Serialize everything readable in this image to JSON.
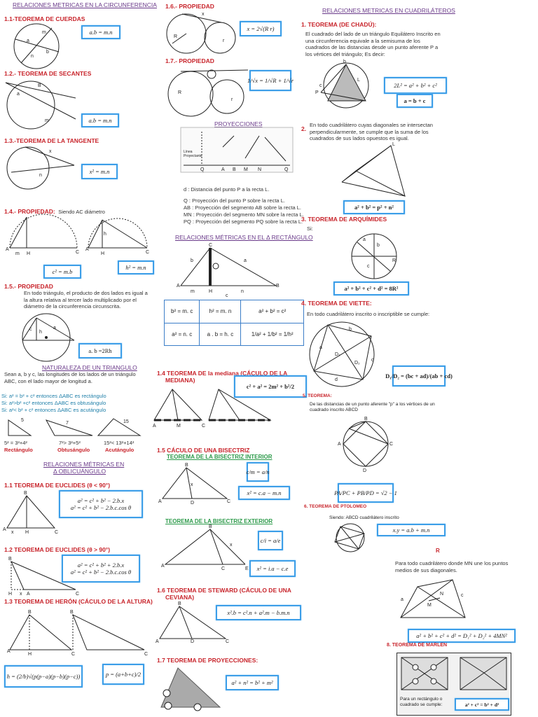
{
  "col1": {
    "title": "RELACIONES METRICAS EN LA CIRCUNFERENCIA",
    "s11": {
      "title": "1.1-TEOREMA DE CUERDAS",
      "formula": "a.b = m.n"
    },
    "s12": {
      "title": "1.2.- TEOREMA DE SECANTES",
      "formula": "a.b = m.n"
    },
    "s13": {
      "title": "1.3.-TEOREMA DE LA TANGENTE",
      "formula": "x² = m.n"
    },
    "s14": {
      "title": "1.4.- PROPIEDAD:",
      "subtitle": "Siendo AC diámetro",
      "f1": "c² = m.b",
      "f2": "h² = m.n"
    },
    "s15": {
      "title": "1.5.- PROPIEDAD",
      "text": "En todo triángulo, el producto de dos lados es igual a la altura relativa al tercer lado multiplicado por el diámetro de la circunferencia circunscrita.",
      "formula": "a.  b =2Rh"
    },
    "nat": {
      "title": "NATURALEZA DE UN TRIANGULO",
      "text": "Sean a, b y c, las longitudes de los lados de un triángulo ABC, con el lado mayor de longitud a.",
      "r1": "Si: a² = b² + c²  entonces ΔABC es rectángulo",
      "r2": "Si: a²>b² +c²  entonces ΔABC es obtusángulo",
      "r3": "Si: a²< b² + c²  entonces ΔABC es acutángulo",
      "ex1": "5² = 3²+4²",
      "ex2": "7²> 3²+5²",
      "ex3": "15²< 13²+14²",
      "lab1": "Rectángulo",
      "lab2": "Obtusángulo",
      "lab3": "Acutángulo"
    },
    "obl": {
      "title": "RELACIONES MÉTRICAS EN",
      "title2": "Δ OBLICUÁNGULO"
    },
    "e1": {
      "title": "1.1  TEOREMA DE EUCLIDES (θ < 90°)",
      "f1": "a² = c² + b² − 2.b.x",
      "f2": "a² = c² + b² − 2.b.c.cos θ"
    },
    "e2": {
      "title": "1.2  TEOREMA DE EUCLIDES (θ > 90°)",
      "f1": "a² = c² + b² + 2.b.x",
      "f2": "a² = c² + b² − 2.b.c.cos θ"
    },
    "h": {
      "title": "1.3  TEOREMA DE HERÓN (CÁCULO DE LA ALTURA)",
      "f1": "h = (2/b)√(p(p−a)(p−b)(p−c))",
      "f2": "p = (a+b+c)/2"
    }
  },
  "col2": {
    "p16": {
      "title": "1.6.- PROPIEDAD",
      "formula": "x = 2√(R r)"
    },
    "p17": {
      "title": "1.7.- PROPIEDAD",
      "formula": "1/√x = 1/√R + 1/√r"
    },
    "proj": {
      "title": "PROYECCIONES",
      "d": "d     : Distancia del punto P a la recta L.",
      "q": "Q    : Proyección del punto P sobre la recta L.",
      "ab": "AB : Proyección del segmento AB sobre la recta L.",
      "mn": "MN : Proyección del segmento MN sobre la recta L.",
      "pq": "PQ : Proyección del segmento PQ sobre la recta L."
    },
    "rect": {
      "title": "RELACIONES MÉTRICAS EN EL Δ RECTÁNGULO",
      "cells": [
        "b² = m. c",
        "h² = m. n",
        "a² + b² = c²",
        "a² = n. c",
        "a . b = h. c",
        "1/a² + 1/b² = 1/h²"
      ]
    },
    "med": {
      "title": "1.4  TEOREMA DE la mediana (CÁCULO DE LA",
      "title2": "MEDIANA)",
      "formula": "c² + a² = 2m² + b²/2"
    },
    "bis": {
      "title": "1.5  CÁCULO DE UNA BISECTRIZ",
      "sub": "TEOREMA DE LA BISECTRIZ INTERIOR",
      "f1": "c/m = a/n",
      "f2": "x² = c.a − m.n"
    },
    "bisx": {
      "sub": "TEOREMA DE LA BISECTRIZ EXTERIOR",
      "f1": "c/i = a/e",
      "f2": "x² = i.a − c.e"
    },
    "stw": {
      "title": "1.6  TEOREMA DE STEWARD (CÁCULO DE UNA",
      "title2": "CEVIANA)",
      "formula": "x².b = c².n + a².m − b.m.n"
    },
    "prj": {
      "title": "1.7  TEOREMA DE PROYECCIONES:",
      "formula": "a² + n² = b² + m²"
    }
  },
  "col3": {
    "title": "RELACIONES METRICAS EN CUADRILÁTEROS",
    "t1": {
      "title": "1.  TEOREMA (DE CHADÚ):",
      "text": "El cuadrado del lado de un triángulo Equilátero Inscrito en una circunferencia equivale a la semisuma de los cuadrados de las distancias desde un punto aferente P a los vértices del triángulo; Es decir:",
      "f1": "2L² = a² + b² + c²",
      "f2": "a = b + c"
    },
    "t2": {
      "title": "2.",
      "text": "En todo cuadrilátero cuyas diagonales se intersectan perpendicularmente, se cumple que la suma de los cuadrados de sus lados opuestos es igual.",
      "formula": "a² + b² = p² + n²"
    },
    "t3": {
      "title": "3.  TEOREMA DE ARQUÍMIDES",
      "text": "Si:",
      "formula": "a² + b² + c² + d² = 8R²"
    },
    "t4": {
      "title": "4.  TEOREMA DE VIETTE:",
      "text": "En todo cuadrilátero inscrito o inscriptible se cumple:",
      "formula": "D₁/D₂ = (bc + ad)/(ab + cd)"
    },
    "t5": {
      "title": "5.  TEOREMA:",
      "text": "De las distancias de un punto aferente \"p\" a los vértices de un cuadrado inscrito ABCD",
      "formula": "PA/PC + PB/PD = √2 − 1"
    },
    "t6": {
      "title": "6.  TEOREMA DE PTOLOMEO",
      "text": "Siendo: ABCD cuadrilátero inscrito",
      "formula": "x.y = a.b + m.n"
    },
    "t7": {
      "title": "R",
      "text": "Para todo cuadrilátero donde MN une los puntos medios de sus diagonales.",
      "formula": "a² + b² + c² + d² = D₁² + D₂² + 4MN²"
    },
    "t8": {
      "title": "8.  TEOREMA  DE MARLEN",
      "text": "Para un rectángulo o cuadrado se cumple:",
      "formula": "a² + c² = b² + d²"
    }
  }
}
